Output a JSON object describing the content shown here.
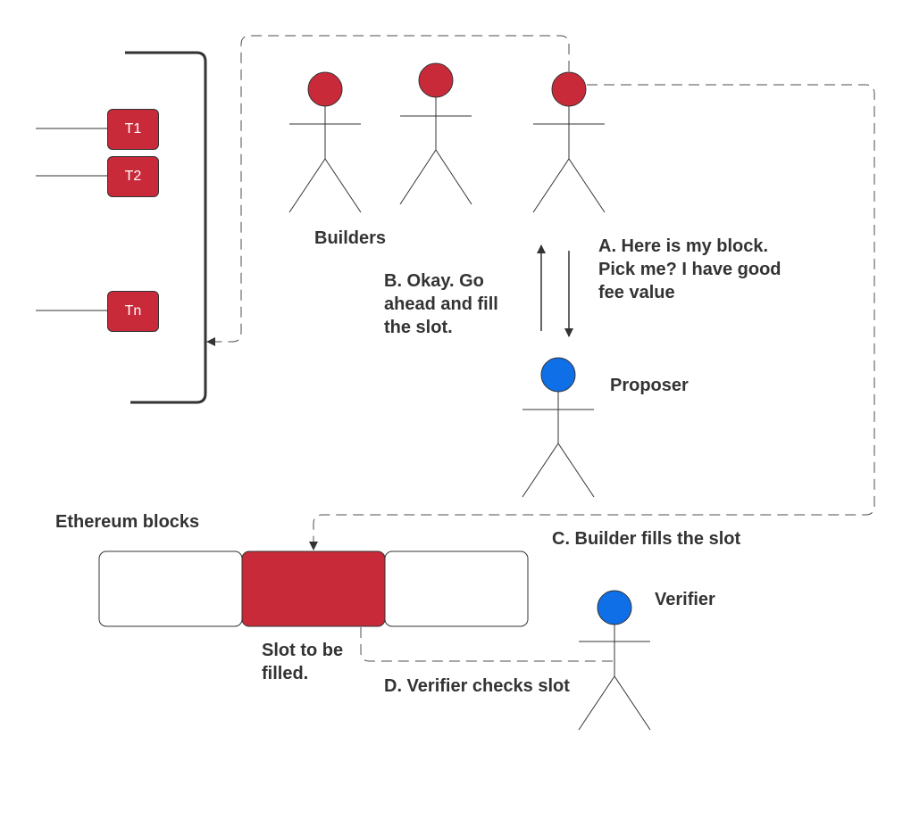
{
  "colors": {
    "red": "#c92a3a",
    "blue": "#0f6fe6",
    "line": "#333333",
    "dash": "#4d4d4d",
    "text": "#333333"
  },
  "transactions": [
    {
      "label": "T1"
    },
    {
      "label": "T2"
    },
    {
      "label": "Tn"
    }
  ],
  "labels": {
    "builders": "Builders",
    "proposer": "Proposer",
    "verifier": "Verifier",
    "ethereum_blocks": "Ethereum blocks",
    "slot_to_fill": "Slot to be\nfilled.",
    "step_a": "A. Here is my block.\nPick me? I have good\nfee value",
    "step_b": "B. Okay. Go\nahead and fill\nthe slot.",
    "step_c": "C. Builder fills the slot",
    "step_d": "D. Verifier checks slot"
  },
  "blocks": [
    {
      "state": "empty"
    },
    {
      "state": "slot"
    },
    {
      "state": "empty"
    }
  ]
}
